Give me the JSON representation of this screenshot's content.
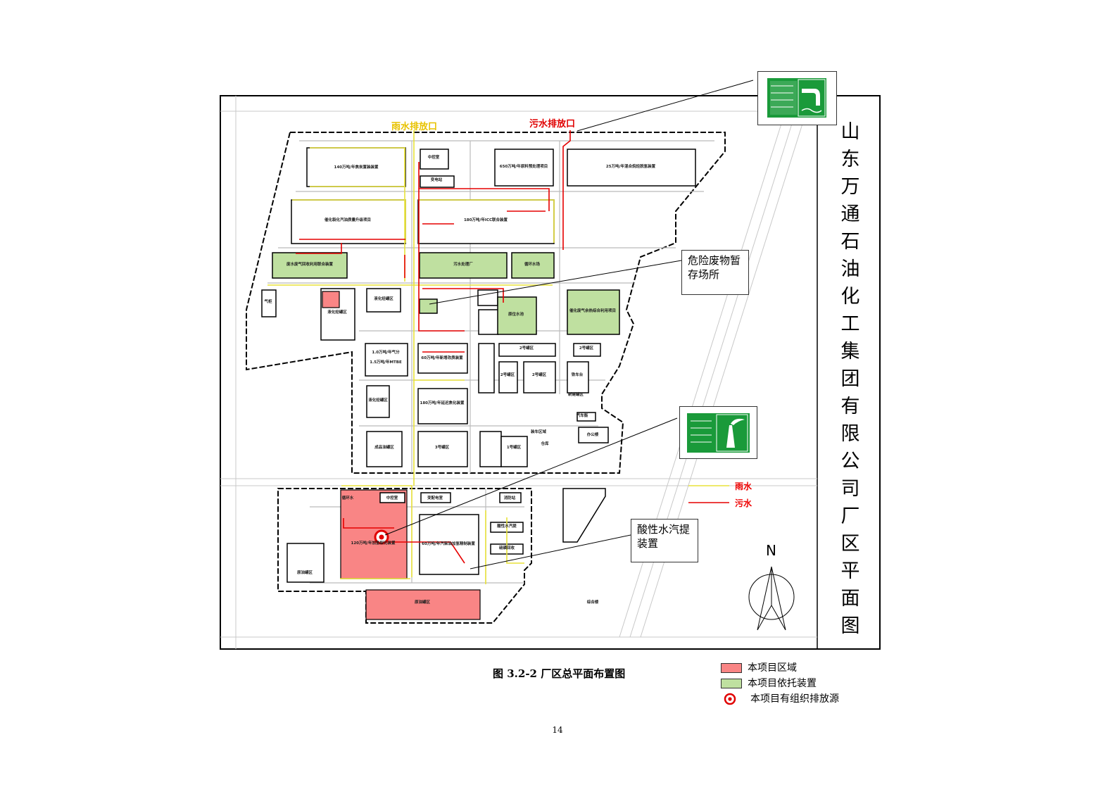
{
  "title_vertical": [
    "山",
    "东",
    "万",
    "通",
    "石",
    "油",
    "化",
    "工",
    "集",
    "团",
    "有",
    "限",
    "公",
    "司",
    "厂",
    "区",
    "平",
    "面",
    "图"
  ],
  "outfalls": {
    "rain": "雨水排放口",
    "sewage": "污水排放口"
  },
  "callouts": {
    "hazardous_waste": "危险废物暂存场所",
    "acid_stripper": "酸性水汽提装置"
  },
  "line_legend": {
    "rain": "雨水",
    "sewage": "污水"
  },
  "compass": "N",
  "caption": "图 3.2-2 厂区总平面布置图",
  "page_number": "14",
  "legend": [
    {
      "label": "本项目区域",
      "kind": "project-area",
      "color": "#f98585"
    },
    {
      "label": "本项目依托装置",
      "kind": "relied-unit",
      "color": "#bfe0a0"
    },
    {
      "label": "本项目有组织排放源",
      "kind": "emission-source",
      "color": "#e00000"
    }
  ],
  "colors": {
    "rain_line": "#e8e23a",
    "sewage_line": "#e60000",
    "project": "#f98585",
    "relied": "#bfe0a0",
    "sign_green": "#1a9a3a"
  },
  "units": [
    "140万吨/年焦炭置装装置",
    "中控室",
    "变电站",
    "650万吨/年原料预处理项目",
    "25万吨/年混合烷烃脱氢装置",
    "催化裂化汽油质量升级项目",
    "180万吨/年ICC联合装置",
    "废水废气回收利用联合装置",
    "污水处理厂",
    "循环水场",
    "气柜",
    "液化烃罐区",
    "液化烃罐区",
    "原位水池",
    "催化废气余热综合利用项目",
    "1.0万吨/年气分",
    "1.5万吨/年MTBE",
    "60万吨/年新增改质装置",
    "2号罐区",
    "2号罐区",
    "2号罐区",
    "2号罐区",
    "铁车台",
    "液化烃罐区",
    "180万吨/年延迟焦化装置",
    "成品油罐区",
    "3号罐区",
    "1号罐区",
    "仓库",
    "汽车衡",
    "办公楼",
    "装车区域",
    "循环水",
    "中控室",
    "变配电室",
    "消防站",
    "120万吨/年加氢裂化装置",
    "60万吨/年汽柴油加氢精制装置",
    "酸性水汽提",
    "硫磺回收",
    "原油罐区",
    "原油罐区",
    "新建罐区",
    "综合楼"
  ]
}
